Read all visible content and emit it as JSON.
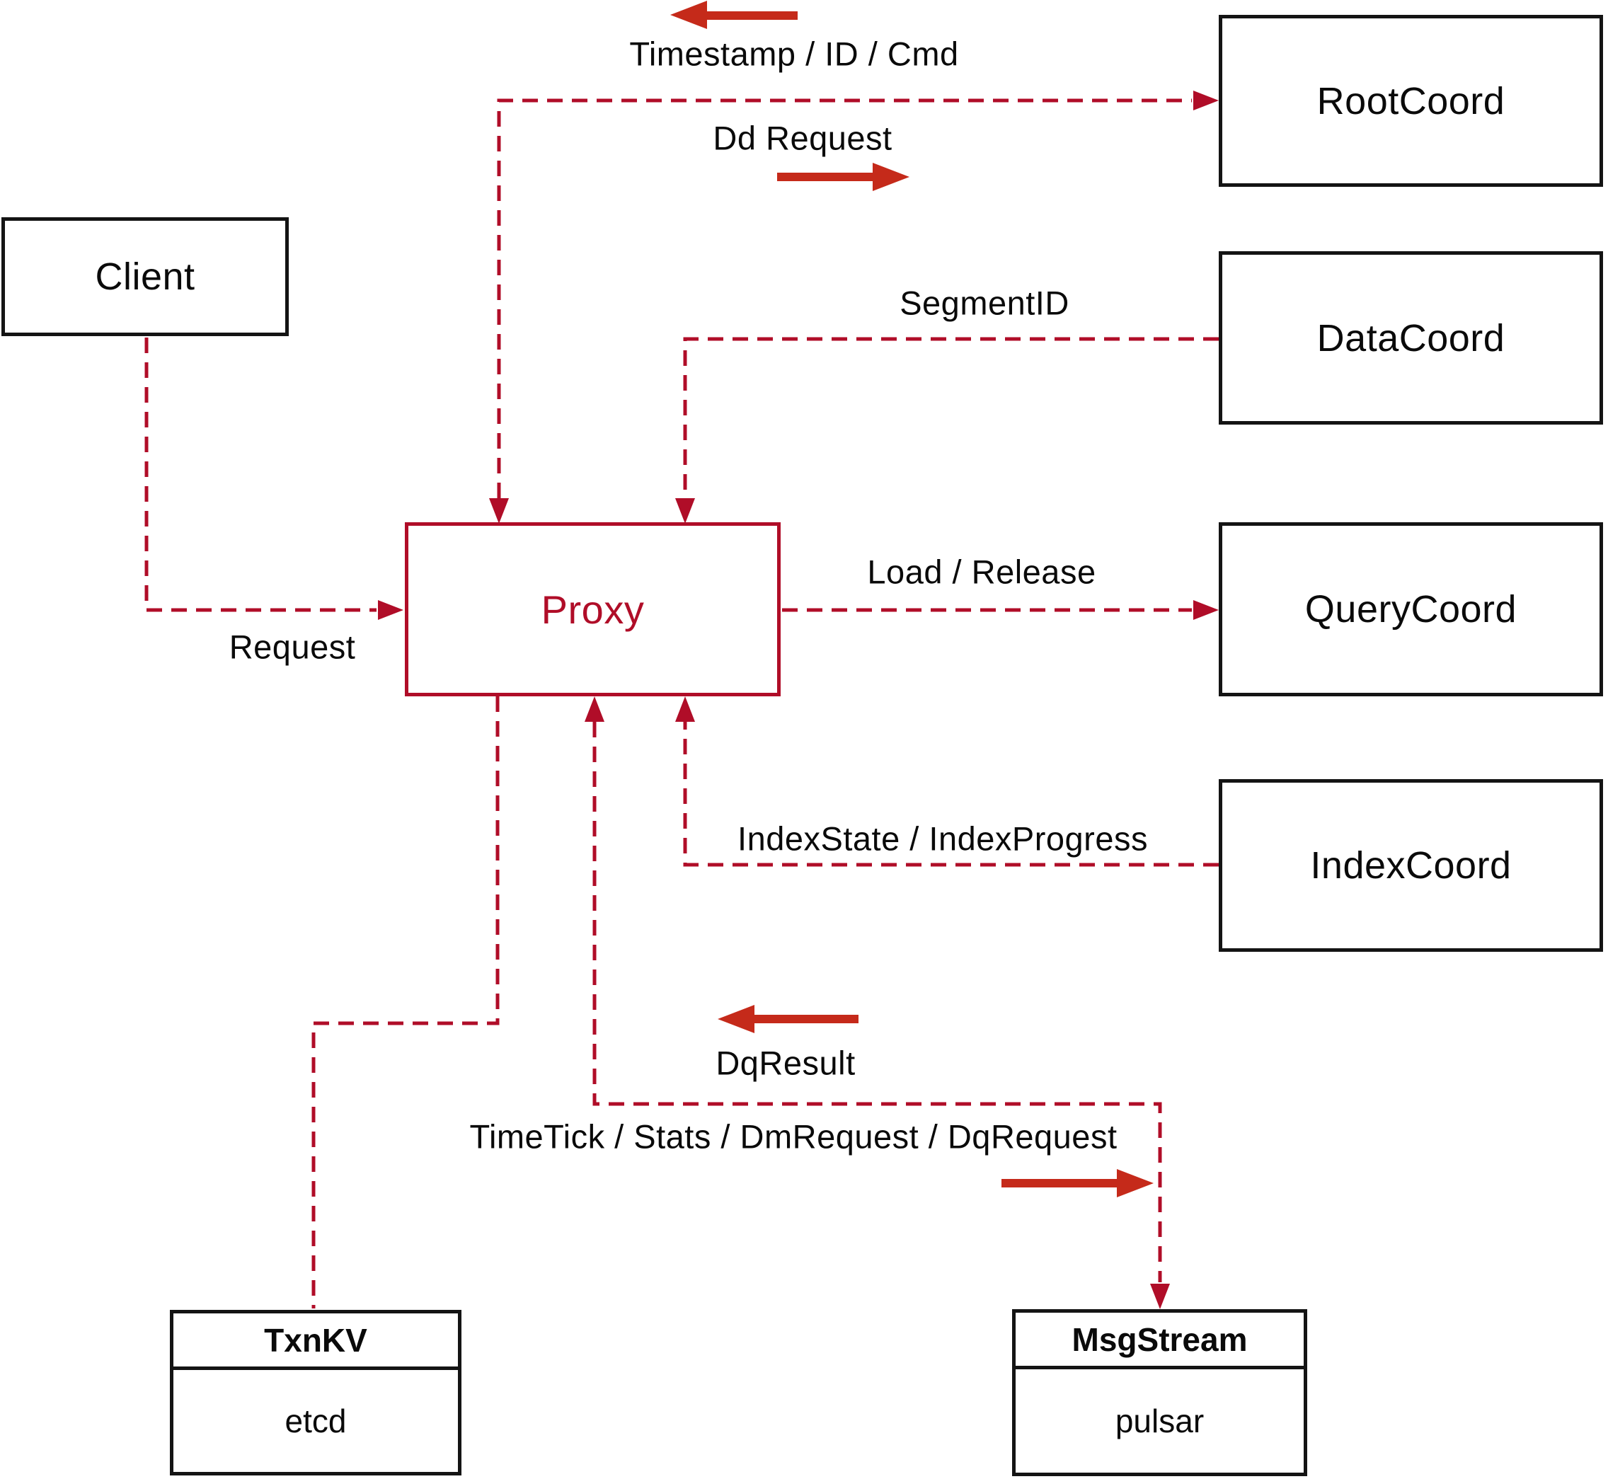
{
  "theme": {
    "line_crimson": "#b00d28",
    "arrow_red": "#c52a1a",
    "box_border": "#141414",
    "text_color": "#0a0a0a",
    "background": "#ffffff"
  },
  "nodes": {
    "client": {
      "label": "Client"
    },
    "proxy": {
      "label": "Proxy"
    },
    "rootcoord": {
      "label": "RootCoord"
    },
    "datacoord": {
      "label": "DataCoord"
    },
    "querycoord": {
      "label": "QueryCoord"
    },
    "indexcoord": {
      "label": "IndexCoord"
    },
    "txnkv": {
      "title": "TxnKV",
      "subtitle": "etcd"
    },
    "msgstream": {
      "title": "MsgStream",
      "subtitle": "pulsar"
    }
  },
  "edge_labels": {
    "timestamp": "Timestamp / ID / Cmd",
    "dd_request": "Dd Request",
    "segment_id": "SegmentID",
    "request": "Request",
    "load_release": "Load / Release",
    "index_state": "IndexState / IndexProgress",
    "dq_result": "DqResult",
    "timetick": "TimeTick / Stats / DmRequest / DqRequest"
  }
}
